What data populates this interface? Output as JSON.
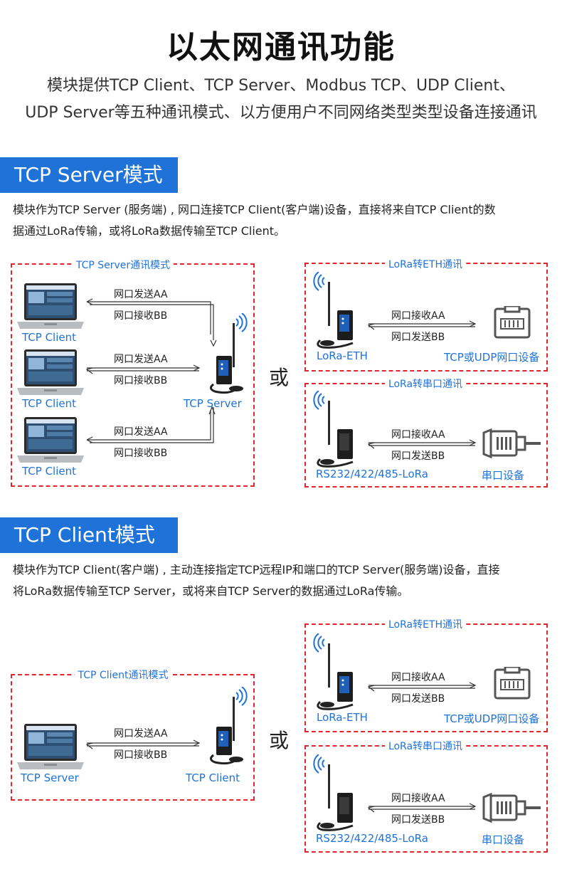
{
  "header": {
    "title": "以太网通讯功能",
    "line1": "模块提供TCP Client、TCP Server、Modbus TCP、UDP Client、",
    "line2": "UDP Server等五种通讯模式、以方便用户不同网络类型类型设备连接通讯"
  },
  "server_section": {
    "banner": "TCP Server模式",
    "desc1": "模块作为TCP Server (服务端) , 网口连接TCP Client(客户端)设备，直接将来自TCP Client的数",
    "desc2": "据通过LoRa传输，或将LoRa数据传输至TCP Client。",
    "box_title": "TCP Server通讯模式",
    "client_label": "TCP Client",
    "server_label": "TCP Server",
    "send_label": "网口发送AA",
    "recv_label": "网口接收BB"
  },
  "client_section": {
    "banner": "TCP Client模式",
    "desc1": "模块作为TCP Client(客户端) , 主动连接指定TCP远程IP和端口的TCP Server(服务端)设备，直接",
    "desc2": "将LoRa数据传输至TCP Server，或将来自TCP Server的数据通过LoRa传输。",
    "box_title": "TCP Client通讯模式",
    "pc_label": "TCP Server",
    "module_label": "TCP Client",
    "send_label": "网口发送AA",
    "recv_label": "网口接收BB"
  },
  "or_text": "或",
  "eth_box": {
    "title": "LoRa转ETH通讯",
    "recv_label": "网口接收AA",
    "send_label": "网口发送BB",
    "device_label": "LoRa-ETH",
    "target_label": "TCP或UDP网口设备"
  },
  "serial_box": {
    "title": "LoRa转串口通讯",
    "recv_label": "网口接收AA",
    "send_label": "网口发送BB",
    "device_label": "RS232/422/485-LoRa",
    "target_label": "串口设备"
  },
  "colors": {
    "accent": "#1f73d8",
    "dashed_border": "#e0262e"
  },
  "icons": [
    "laptop-icon",
    "lora-module-icon",
    "rj45-port-icon",
    "serial-connector-icon",
    "wireless-signal-icon"
  ]
}
